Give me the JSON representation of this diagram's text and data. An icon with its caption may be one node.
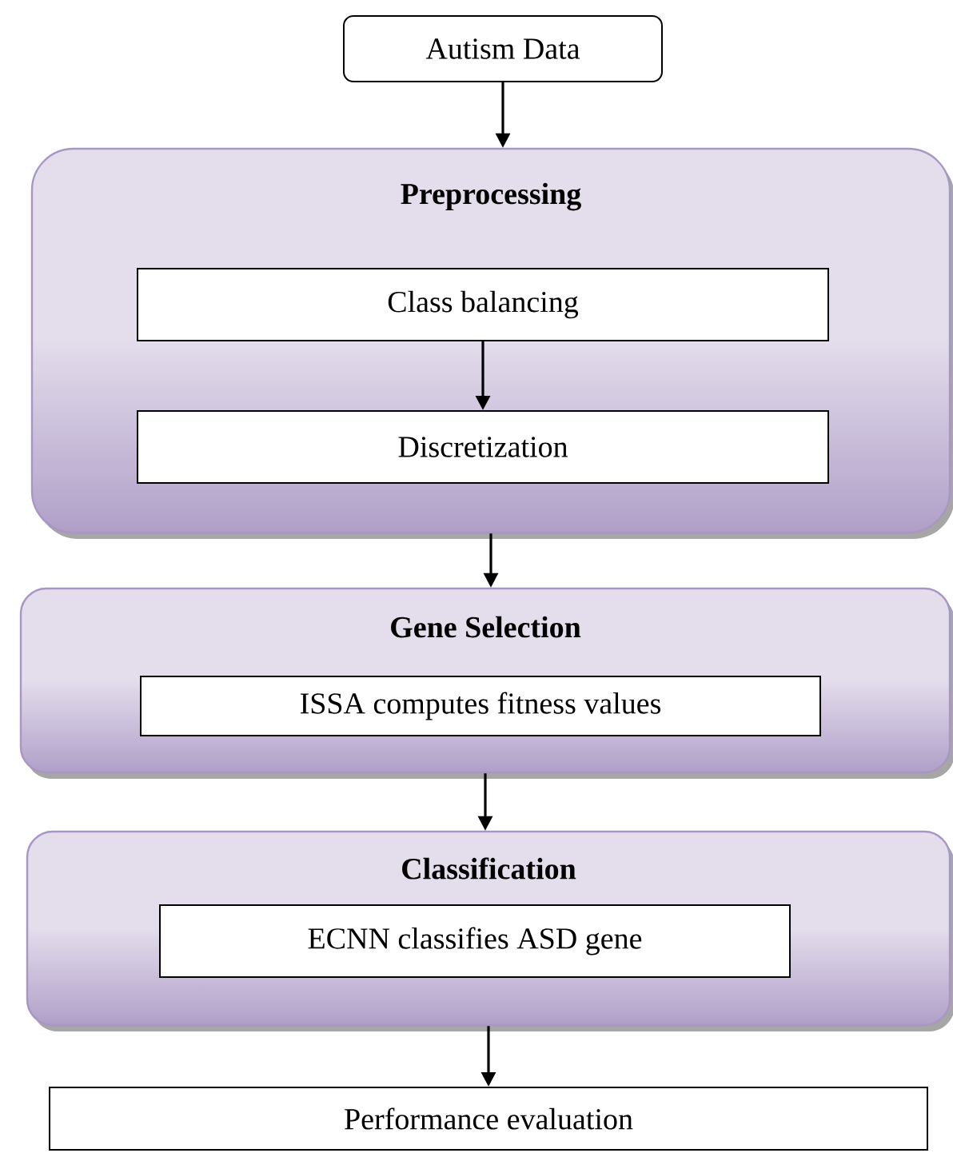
{
  "diagram": {
    "nodes": [
      {
        "text": [
          "Autism Data"
        ]
      },
      {
        "text": [
          "Preprocessing"
        ]
      },
      {
        "text": [
          "Class balancing"
        ],
        "in": 1
      },
      {
        "text": [
          "Discretization"
        ],
        "in": 1
      },
      {
        "text": [
          "Gene Selection"
        ]
      },
      {
        "text": [
          "ISSA computes fitness values"
        ],
        "in": 4
      },
      {
        "text": [
          "Classification"
        ]
      },
      {
        "text": [
          "ECNN classifies ASD gene"
        ],
        "in": 6
      },
      {
        "text": [
          "Performance evaluation"
        ]
      }
    ],
    "edges": [
      {
        "from": 0,
        "to": 1,
        "arrow": "to"
      },
      {
        "from": 2,
        "to": 3,
        "arrow": "to"
      },
      {
        "from": 1,
        "to": 4,
        "arrow": "to"
      },
      {
        "from": 4,
        "to": 6,
        "arrow": "to"
      },
      {
        "from": 6,
        "to": 8,
        "arrow": "to"
      }
    ]
  }
}
